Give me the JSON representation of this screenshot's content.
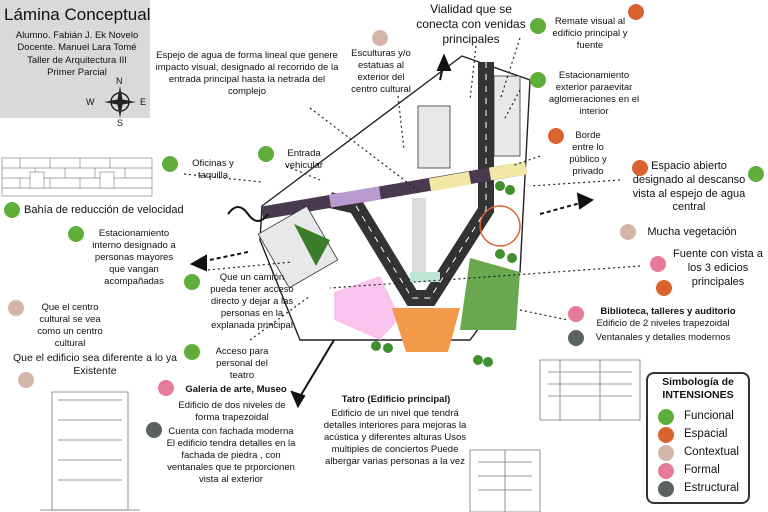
{
  "header": {
    "title": "Lámina Conceptual",
    "authors": [
      "Alumno. Fabián J. Ek Novelo",
      "Docente. Manuel Lara Tomé",
      "Taller de Arquitectura III",
      "Primer Parcial"
    ],
    "compass": {
      "n": "N",
      "s": "S",
      "e": "E",
      "w": "W"
    }
  },
  "annotations": {
    "vialidad": "Vialidad  que se conecta con venidas principales",
    "remate": "Remate visual al edificio principal y fuente",
    "estacionamiento_ext": "Estacionamiento exterior paraevitar aglomeraciones en el interior",
    "borde": "Borde entre lo público y privado",
    "espacio_abierto": "Espacio abierto designado al descanso vista al espejo de agua central",
    "mucha_veg": "Mucha vegetación",
    "fuente": "Fuente con vista a los 3 edicios principales",
    "biblioteca_title": "Biblioteca, talleres y auditorio",
    "biblioteca_desc": "Edificio de 2 niveles trapezoidal",
    "ventanales": "Ventanales y detalles modernos",
    "espejo": "Espejo de agua de forma lineal que genere impacto visual, designado al recorrido de la entrada principal hasta la netrada del complejo",
    "esculturas": "Esculturas y/o estatuas al exterior del centro cultural",
    "oficinas": "Oficinas y taquilla",
    "entrada": "Entrada vehicular",
    "bahia": "Bahía de reducción de velocidad",
    "est_interno": "Estacionamiento interno designado a personas mayores que vangan acompañadas",
    "camion": "Que un camión pueda tener acceso directo y dejar a las personas en la explanada principal",
    "acceso": "Acceso para personal del teatro",
    "centro": "Que el centro cultural se vea como un centro cultural",
    "diferente": "Que el edificio sea diferente a lo ya Existente",
    "galeria_title": "Galeria de arte, Museo",
    "galeria_desc": "Edificio de dos niveles de forma trapezoidal",
    "fachada": "Cuenta con fachada moderna El edificio tendra detalles en la fachada de piedra , con ventanales que te prporcionen vista al exterior",
    "teatro_title": "Tatro (Edificio principal)",
    "teatro_desc": "Edificio de un nivel que tendrá detalles interiores para mejoras la acústica y diferentes alturas Usos multiples de conciertos Puede albergar varias personas a la vez"
  },
  "legend": {
    "title": "Simbología de INTENSIONES",
    "items": [
      {
        "label": "Funcional",
        "color": "#5fae3a"
      },
      {
        "label": "Espacial",
        "color": "#d9642f"
      },
      {
        "label": "Contextual",
        "color": "#d4b5a8"
      },
      {
        "label": "Formal",
        "color": "#e67a98"
      },
      {
        "label": "Estructural",
        "color": "#59625d"
      }
    ]
  }
}
